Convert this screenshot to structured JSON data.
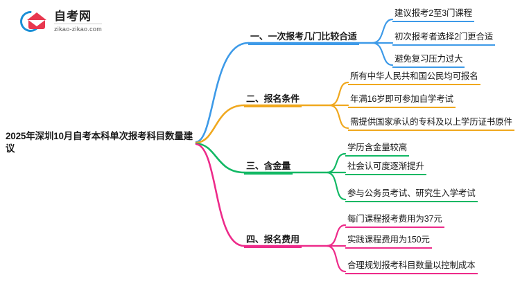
{
  "logo": {
    "name": "zikao-logo",
    "title": "自考网",
    "url": "zikao-zikao.com",
    "arc_color": "#1a8fd6",
    "cap_color": "#e8384f"
  },
  "mindmap": {
    "root": {
      "label": "2025年深圳10月自考本科单次报考科目数量建议"
    },
    "branches": [
      {
        "label": "一、一次报考几门比较合适",
        "color": "#3d9ae8",
        "children": [
          {
            "label": "建议报考2至3门课程"
          },
          {
            "label": "初次报考者选择2门更合适"
          },
          {
            "label": "避免复习压力过大"
          }
        ]
      },
      {
        "label": "二、报名条件",
        "color": "#f0a81e",
        "children": [
          {
            "label": "所有中华人民共和国公民均可报名"
          },
          {
            "label": "年满16岁即可参加自学考试"
          },
          {
            "label": "需提供国家承认的专科及以上学历证书原件"
          }
        ]
      },
      {
        "label": "三、含金量",
        "color": "#11b864",
        "children": [
          {
            "label": "学历含金量较高"
          },
          {
            "label": "社会认可度逐渐提升"
          },
          {
            "label": "参与公务员考试、研究生入学考试"
          }
        ]
      },
      {
        "label": "四、报名费用",
        "color": "#ec2municipal",
        "children": [
          {
            "label": "每门课程报考费用为37元"
          },
          {
            "label": "实践课程费用为150元"
          },
          {
            "label": "合理规划报考科目数量以控制成本"
          }
        ]
      }
    ]
  },
  "colors": {
    "branch1": "#3d9ae8",
    "branch2": "#f0a81e",
    "branch3": "#11b864",
    "branch4": "#ed2b8a"
  }
}
